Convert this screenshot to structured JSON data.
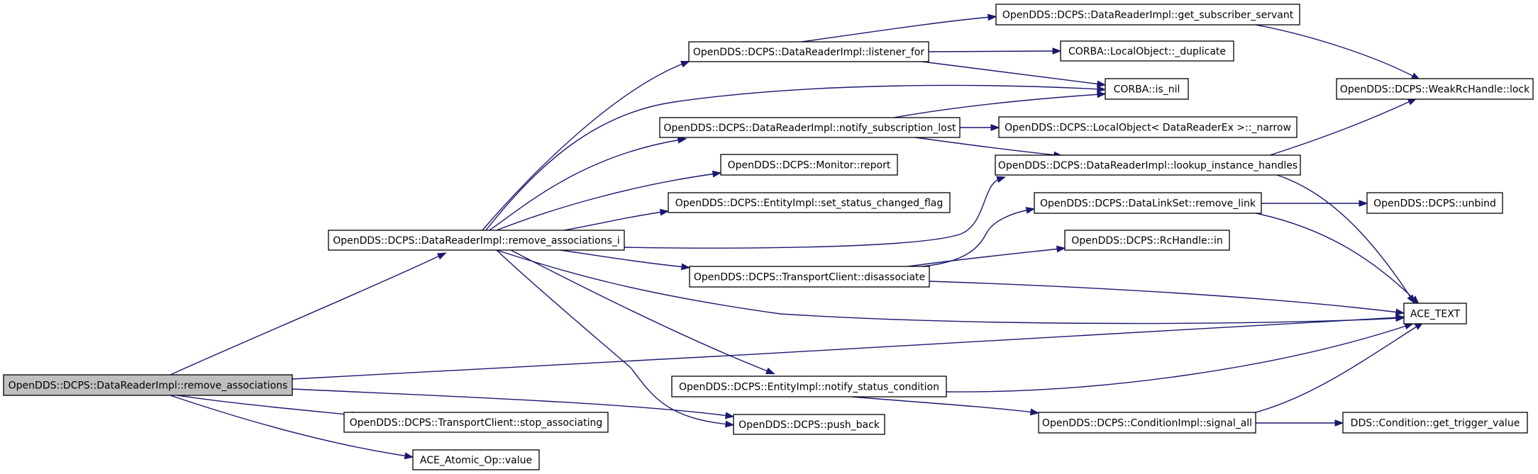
{
  "diagram": {
    "nodes": [
      {
        "id": "n0",
        "label": "OpenDDS::DCPS::DataReaderImpl::remove_associations",
        "root": true
      },
      {
        "id": "n1",
        "label": "OpenDDS::DCPS::DataReaderImpl::remove_associations_i"
      },
      {
        "id": "n2",
        "label": "OpenDDS::DCPS::DataReaderImpl::listener_for"
      },
      {
        "id": "n3",
        "label": "OpenDDS::DCPS::DataReaderImpl::notify_subscription_lost"
      },
      {
        "id": "n4",
        "label": "OpenDDS::DCPS::Monitor::report"
      },
      {
        "id": "n5",
        "label": "OpenDDS::DCPS::EntityImpl::set_status_changed_flag"
      },
      {
        "id": "n6",
        "label": "OpenDDS::DCPS::TransportClient::disassociate"
      },
      {
        "id": "n7",
        "label": "OpenDDS::DCPS::EntityImpl::notify_status_condition"
      },
      {
        "id": "n8",
        "label": "OpenDDS::DCPS::TransportClient::stop_associating"
      },
      {
        "id": "n9",
        "label": "OpenDDS::DCPS::push_back"
      },
      {
        "id": "n10",
        "label": "ACE_Atomic_Op::value"
      },
      {
        "id": "n11",
        "label": "OpenDDS::DCPS::DataReaderImpl::get_subscriber_servant"
      },
      {
        "id": "n12",
        "label": "CORBA::LocalObject::_duplicate"
      },
      {
        "id": "n13",
        "label": "CORBA::is_nil"
      },
      {
        "id": "n14",
        "label": "OpenDDS::DCPS::LocalObject< DataReaderEx >::_narrow"
      },
      {
        "id": "n15",
        "label": "OpenDDS::DCPS::DataReaderImpl::lookup_instance_handles"
      },
      {
        "id": "n16",
        "label": "OpenDDS::DCPS::DataLinkSet::remove_link"
      },
      {
        "id": "n17",
        "label": "OpenDDS::DCPS::RcHandle::in"
      },
      {
        "id": "n18",
        "label": "OpenDDS::DCPS::ConditionImpl::signal_all"
      },
      {
        "id": "n19",
        "label": "OpenDDS::DCPS::WeakRcHandle::lock"
      },
      {
        "id": "n20",
        "label": "OpenDDS::DCPS::unbind"
      },
      {
        "id": "n21",
        "label": "ACE_TEXT"
      },
      {
        "id": "n22",
        "label": "DDS::Condition::get_trigger_value"
      }
    ],
    "edges": [
      [
        "n0",
        "n1"
      ],
      [
        "n0",
        "n21"
      ],
      [
        "n0",
        "n9"
      ],
      [
        "n0",
        "n8"
      ],
      [
        "n0",
        "n10"
      ],
      [
        "n1",
        "n2"
      ],
      [
        "n1",
        "n13"
      ],
      [
        "n1",
        "n3"
      ],
      [
        "n1",
        "n4"
      ],
      [
        "n1",
        "n5"
      ],
      [
        "n1",
        "n15"
      ],
      [
        "n1",
        "n6"
      ],
      [
        "n1",
        "n21"
      ],
      [
        "n1",
        "n7"
      ],
      [
        "n1",
        "n9"
      ],
      [
        "n2",
        "n11"
      ],
      [
        "n2",
        "n12"
      ],
      [
        "n2",
        "n13"
      ],
      [
        "n3",
        "n13"
      ],
      [
        "n3",
        "n14"
      ],
      [
        "n3",
        "n15"
      ],
      [
        "n11",
        "n19"
      ],
      [
        "n15",
        "n19"
      ],
      [
        "n15",
        "n21"
      ],
      [
        "n6",
        "n16"
      ],
      [
        "n6",
        "n17"
      ],
      [
        "n6",
        "n21"
      ],
      [
        "n16",
        "n20"
      ],
      [
        "n16",
        "n21"
      ],
      [
        "n7",
        "n21"
      ],
      [
        "n7",
        "n18"
      ],
      [
        "n18",
        "n21"
      ],
      [
        "n18",
        "n22"
      ]
    ],
    "colors": {
      "edge": "#191970",
      "root_fill": "#bfbfbf",
      "node_fill": "#ffffff",
      "node_border": "#000000"
    }
  }
}
